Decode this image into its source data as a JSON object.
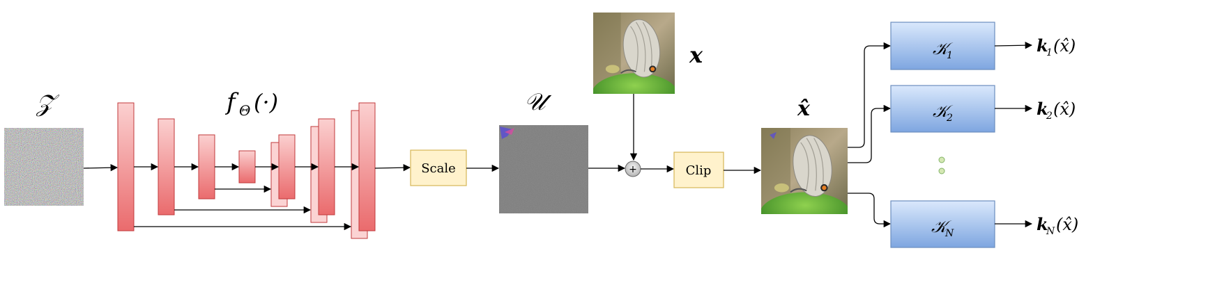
{
  "diagram": {
    "input_noise_label": "𝒵",
    "network_label": "f",
    "network_subscript": "Θ",
    "network_args": "(·)",
    "scale_label": "Scale",
    "perturbation_label": "𝒰",
    "image_label": "x",
    "sum_symbol": "+",
    "clip_label": "Clip",
    "adversarial_label": "x̂",
    "classifiers": [
      {
        "name": "𝒦",
        "sub": "1",
        "output_func": "k",
        "output_sub": "1",
        "output_arg": "(x̂)"
      },
      {
        "name": "𝒦",
        "sub": "2",
        "output_func": "k",
        "output_sub": "2",
        "output_arg": "(x̂)"
      },
      {
        "name": "𝒦",
        "sub": "N",
        "output_func": "k",
        "output_sub": "N",
        "output_arg": "(x̂)"
      }
    ],
    "colors": {
      "layer_fill": "#f4a9aa",
      "layer_stroke": "#c0393b",
      "op_box_fill": "#fff2cc",
      "op_box_stroke": "#d6b656",
      "classifier_fill": "#a4c2f4",
      "classifier_stroke": "#6c8ebf",
      "dots": "#d5e8b4"
    },
    "icons": [
      "noise-image",
      "perturbation-image",
      "butterfly-image",
      "adversarial-butterfly-image"
    ]
  }
}
